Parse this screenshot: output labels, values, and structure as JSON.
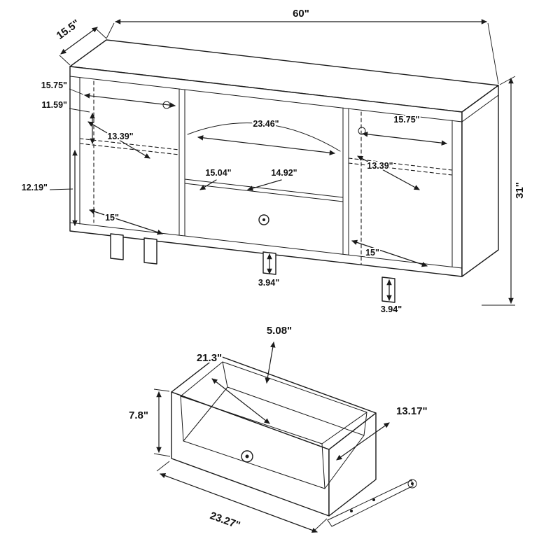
{
  "colors": {
    "ink": "#1a1a1a",
    "background": "#ffffff"
  },
  "diagram": {
    "cabinet": {
      "width": "60\"",
      "depth": "15.5\"",
      "height": "31\"",
      "left": {
        "width": "15.75\"",
        "door_height": "11.59\"",
        "depth": "13.39\"",
        "shelf_gap": "12.19\"",
        "shelf_width": "15\""
      },
      "middle": {
        "opening_width": "23.46\"",
        "drawer_width": "15.04\"",
        "drawer_depth": "14.92\""
      },
      "right": {
        "width": "15.75\"",
        "depth": "13.39\"",
        "shelf_width": "15\""
      },
      "legs": {
        "front": "3.94\"",
        "back": "3.94\""
      }
    },
    "drawer": {
      "back_height": "5.08\"",
      "inner_depth": "21.3\"",
      "front_height": "7.8\"",
      "inner_width": "13.17\"",
      "front_width": "23.27\""
    }
  }
}
